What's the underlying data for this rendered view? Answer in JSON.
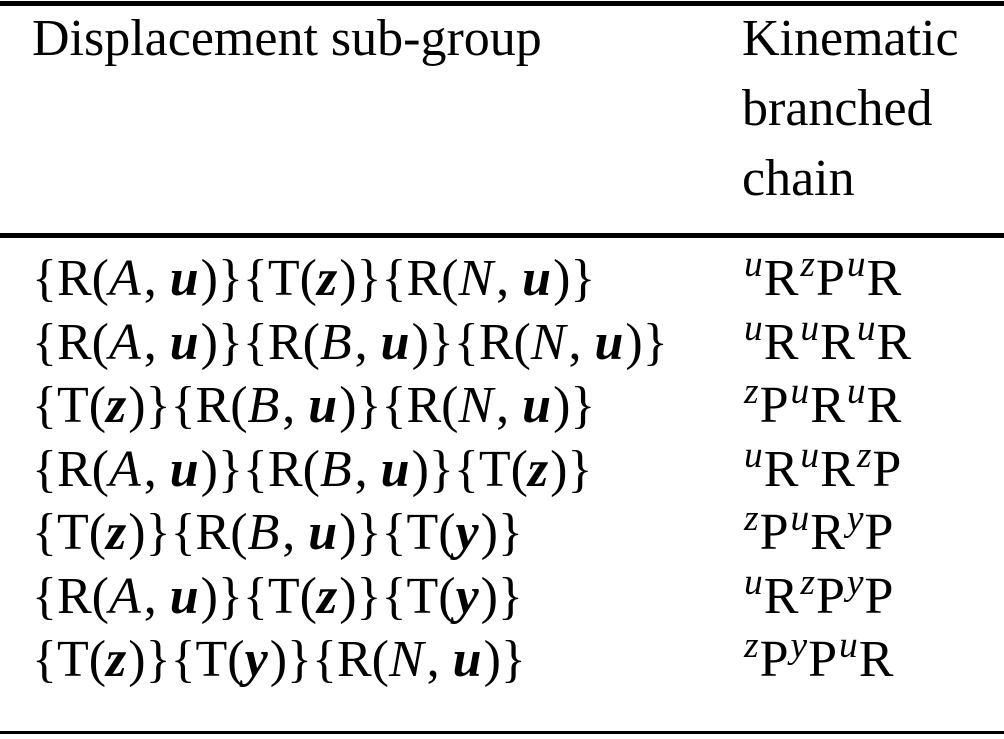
{
  "colors": {
    "background": "#ffffff",
    "text": "#000000",
    "rule": "#000000"
  },
  "table": {
    "header": {
      "col1": "Displacement sub-group",
      "col2_lines": [
        "Kinematic",
        "branched",
        "chain"
      ],
      "col2_full": "Kinematic branched chain"
    },
    "rows": [
      {
        "subgroup_text": "{R(A, u)}{T(z)}{R(N, u)}",
        "chain_text": "uR zP uR",
        "subgroup": [
          {
            "t": "{R(",
            "s": "n"
          },
          {
            "t": "A",
            "s": "i"
          },
          {
            "t": ", ",
            "s": "n"
          },
          {
            "t": "u",
            "s": "bi"
          },
          {
            "t": ")}{T(",
            "s": "n"
          },
          {
            "t": "z",
            "s": "bi"
          },
          {
            "t": ")}{R(",
            "s": "n"
          },
          {
            "t": "N",
            "s": "i"
          },
          {
            "t": ", ",
            "s": "n"
          },
          {
            "t": "u",
            "s": "bi"
          },
          {
            "t": ")}",
            "s": "n"
          }
        ],
        "chain": [
          {
            "sup": "u",
            "base": "R"
          },
          {
            "sup": "z",
            "base": "P"
          },
          {
            "sup": "u",
            "base": "R"
          }
        ]
      },
      {
        "subgroup_text": "{R(A, u)}{R(B, u)}{R(N, u)}",
        "chain_text": "uR uR uR",
        "subgroup": [
          {
            "t": "{R(",
            "s": "n"
          },
          {
            "t": "A",
            "s": "i"
          },
          {
            "t": ", ",
            "s": "n"
          },
          {
            "t": "u",
            "s": "bi"
          },
          {
            "t": ")}{R(",
            "s": "n"
          },
          {
            "t": "B",
            "s": "i"
          },
          {
            "t": ", ",
            "s": "n"
          },
          {
            "t": "u",
            "s": "bi"
          },
          {
            "t": ")}{R(",
            "s": "n"
          },
          {
            "t": "N",
            "s": "i"
          },
          {
            "t": ", ",
            "s": "n"
          },
          {
            "t": "u",
            "s": "bi"
          },
          {
            "t": ")}",
            "s": "n"
          }
        ],
        "chain": [
          {
            "sup": "u",
            "base": "R"
          },
          {
            "sup": "u",
            "base": "R"
          },
          {
            "sup": "u",
            "base": "R"
          }
        ]
      },
      {
        "subgroup_text": "{T(z)}{R(B, u)}{R(N, u)}",
        "chain_text": "zP uR uR",
        "subgroup": [
          {
            "t": "{T(",
            "s": "n"
          },
          {
            "t": "z",
            "s": "bi"
          },
          {
            "t": ")}{R(",
            "s": "n"
          },
          {
            "t": "B",
            "s": "i"
          },
          {
            "t": ", ",
            "s": "n"
          },
          {
            "t": "u",
            "s": "bi"
          },
          {
            "t": ")}{R(",
            "s": "n"
          },
          {
            "t": "N",
            "s": "i"
          },
          {
            "t": ", ",
            "s": "n"
          },
          {
            "t": "u",
            "s": "bi"
          },
          {
            "t": ")}",
            "s": "n"
          }
        ],
        "chain": [
          {
            "sup": "z",
            "base": "P"
          },
          {
            "sup": "u",
            "base": "R"
          },
          {
            "sup": "u",
            "base": "R"
          }
        ]
      },
      {
        "subgroup_text": "{R(A, u)}{R(B, u)}{T(z)}",
        "chain_text": "uR uR zP",
        "subgroup": [
          {
            "t": "{R(",
            "s": "n"
          },
          {
            "t": "A",
            "s": "i"
          },
          {
            "t": ", ",
            "s": "n"
          },
          {
            "t": "u",
            "s": "bi"
          },
          {
            "t": ")}{R(",
            "s": "n"
          },
          {
            "t": "B",
            "s": "i"
          },
          {
            "t": ", ",
            "s": "n"
          },
          {
            "t": "u",
            "s": "bi"
          },
          {
            "t": ")}{T(",
            "s": "n"
          },
          {
            "t": "z",
            "s": "bi"
          },
          {
            "t": ")}",
            "s": "n"
          }
        ],
        "chain": [
          {
            "sup": "u",
            "base": "R"
          },
          {
            "sup": "u",
            "base": "R"
          },
          {
            "sup": "z",
            "base": "P"
          }
        ]
      },
      {
        "subgroup_text": "{T(z)}{R(B, u)}{T(y)}",
        "chain_text": "zP uR yP",
        "subgroup": [
          {
            "t": "{T(",
            "s": "n"
          },
          {
            "t": "z",
            "s": "bi"
          },
          {
            "t": ")}{R(",
            "s": "n"
          },
          {
            "t": "B",
            "s": "i"
          },
          {
            "t": ", ",
            "s": "n"
          },
          {
            "t": "u",
            "s": "bi"
          },
          {
            "t": ")}{T(",
            "s": "n"
          },
          {
            "t": "y",
            "s": "bi"
          },
          {
            "t": ")}",
            "s": "n"
          }
        ],
        "chain": [
          {
            "sup": "z",
            "base": "P"
          },
          {
            "sup": "u",
            "base": "R"
          },
          {
            "sup": "y",
            "base": "P"
          }
        ]
      },
      {
        "subgroup_text": "{R(A, u)}{T(z)}{T(y)}",
        "chain_text": "uR zP yP",
        "subgroup": [
          {
            "t": "{R(",
            "s": "n"
          },
          {
            "t": "A",
            "s": "i"
          },
          {
            "t": ", ",
            "s": "n"
          },
          {
            "t": "u",
            "s": "bi"
          },
          {
            "t": ")}{T(",
            "s": "n"
          },
          {
            "t": "z",
            "s": "bi"
          },
          {
            "t": ")}{T(",
            "s": "n"
          },
          {
            "t": "y",
            "s": "bi"
          },
          {
            "t": ")}",
            "s": "n"
          }
        ],
        "chain": [
          {
            "sup": "u",
            "base": "R"
          },
          {
            "sup": "z",
            "base": "P"
          },
          {
            "sup": "y",
            "base": "P"
          }
        ]
      },
      {
        "subgroup_text": "{T(z)}{T(y)}{R(N, u)}",
        "chain_text": "zP yP uR",
        "subgroup": [
          {
            "t": "{T(",
            "s": "n"
          },
          {
            "t": "z",
            "s": "bi"
          },
          {
            "t": ")}{T(",
            "s": "n"
          },
          {
            "t": "y",
            "s": "bi"
          },
          {
            "t": ")}{R(",
            "s": "n"
          },
          {
            "t": "N",
            "s": "i"
          },
          {
            "t": ", ",
            "s": "n"
          },
          {
            "t": "u",
            "s": "bi"
          },
          {
            "t": ")}",
            "s": "n"
          }
        ],
        "chain": [
          {
            "sup": "z",
            "base": "P"
          },
          {
            "sup": "y",
            "base": "P"
          },
          {
            "sup": "u",
            "base": "R"
          }
        ]
      }
    ]
  }
}
